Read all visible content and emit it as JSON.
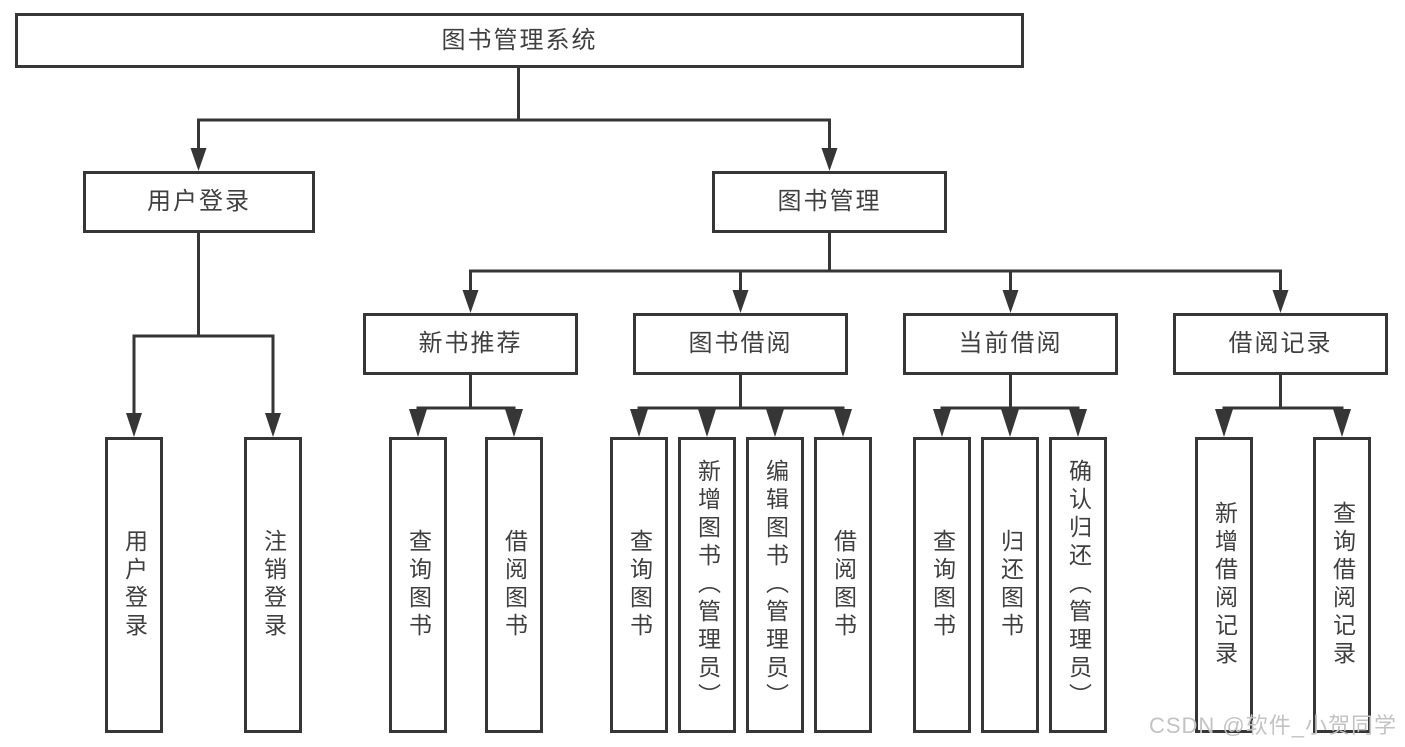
{
  "diagram_type": "functional-structure-tree",
  "colors": {
    "line": "#363636",
    "box_border": "#363636",
    "text": "#3f3f3f",
    "background": "#ffffff",
    "watermark": "#c3c3c3"
  },
  "tree": {
    "label": "图书管理系统",
    "children": [
      {
        "label": "用户登录",
        "children": [
          {
            "label": "用户登录"
          },
          {
            "label": "注销登录"
          }
        ]
      },
      {
        "label": "图书管理",
        "children": [
          {
            "label": "新书推荐",
            "children": [
              {
                "label": "查询图书"
              },
              {
                "label": "借阅图书"
              }
            ]
          },
          {
            "label": "图书借阅",
            "children": [
              {
                "label": "查询图书"
              },
              {
                "label": "新增图书（管理员）"
              },
              {
                "label": "编辑图书（管理员）"
              },
              {
                "label": "借阅图书"
              }
            ]
          },
          {
            "label": "当前借阅",
            "children": [
              {
                "label": "查询图书"
              },
              {
                "label": "归还图书"
              },
              {
                "label": "确认归还（管理员）"
              }
            ]
          },
          {
            "label": "借阅记录",
            "children": [
              {
                "label": "新增借阅记录"
              },
              {
                "label": "查询借阅记录"
              }
            ]
          }
        ]
      }
    ]
  },
  "watermark": {
    "text": "CSDN @软件_小贺同学"
  }
}
